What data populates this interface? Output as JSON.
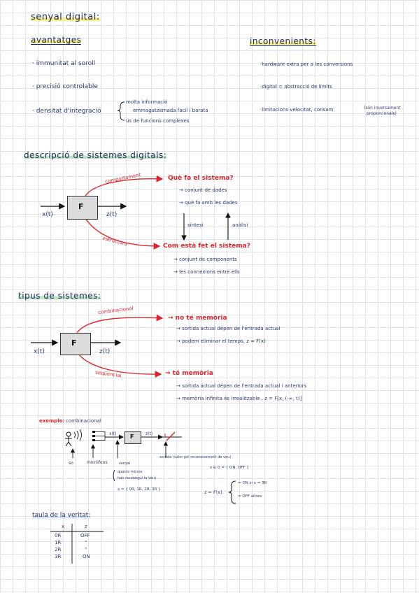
{
  "title": "senyal digital:",
  "avantatges": {
    "heading": "avantatges",
    "items": [
      "· immunitat al soroll",
      "· precisió controlable",
      "· densitat d'integració"
    ],
    "densitat_sub": [
      "molta informació",
      "emmagatzemada fàcil i barata",
      "ús de funcions complexes"
    ]
  },
  "inconvenients": {
    "heading": "inconvenients:",
    "items": [
      "·hardware extra per a les conversions",
      "·digital = abstracció de límits",
      "·limitacions velocitat, consum"
    ],
    "note_line1": "(són inversament",
    "note_line2": "proporcionals)"
  },
  "descripcio": {
    "heading": "descripció de sistemes digitals:",
    "input": "x(t)",
    "block": "F",
    "output": "z(t)",
    "top_arrow": "comportament",
    "top_title": "Què fa el sistema?",
    "top_items": [
      "→ conjunt de dades",
      "→ què fa amb les dades"
    ],
    "sintesi": "síntesi",
    "analisi": "anàlisi",
    "bottom_arrow": "estructura",
    "bottom_title": "Com està fet el sistema?",
    "bottom_items": [
      "→ conjunt de components",
      "→ les connexions entre ells"
    ]
  },
  "tipus": {
    "heading": "tipus de sistemes:",
    "input": "x(t)",
    "block": "F",
    "output": "z(t)",
    "top_arrow": "combinacional",
    "top_title": "→ no té memòria",
    "top_items": [
      "→ sortida actual dépen de l'entrada actual",
      "→ podem eliminar el temps, z = F(x)"
    ],
    "bottom_arrow": "seqüencial",
    "bottom_title": "→ té memòria",
    "bottom_items": [
      "→ sortida actual dépen de l'entrada actual i anteriors",
      "→ memòria infinita és irrealitzable ,  z = F[x, (-∞, t)]"
    ]
  },
  "exemple": {
    "label": "exemple:",
    "type": "combinacional",
    "xt": "x(t)",
    "block": "F",
    "zt": "z(t)",
    "jo": "jo",
    "microfons": "micròfons",
    "so": "so",
    "sortida": "sortida (valor pel reconeixement de veu)",
    "senyal": "senyal",
    "senyal_note1": "quants micros",
    "senyal_note2": "han reconegut la veu)",
    "x_values": "x = { 0R, 1R, 2R, 3R }",
    "z_values": "z ∈ 0 = { ON, OFF }",
    "zfx": "z = F(x)",
    "case1": "= ON  si  x = 3R",
    "case2": "= OFF  altres"
  },
  "taula": {
    "heading": "taula de la veritat:",
    "headers": [
      "x",
      "z"
    ],
    "rows": [
      [
        "0R",
        "OFF"
      ],
      [
        "1R",
        "\""
      ],
      [
        "2R",
        "\""
      ],
      [
        "3R",
        "ON"
      ]
    ]
  }
}
